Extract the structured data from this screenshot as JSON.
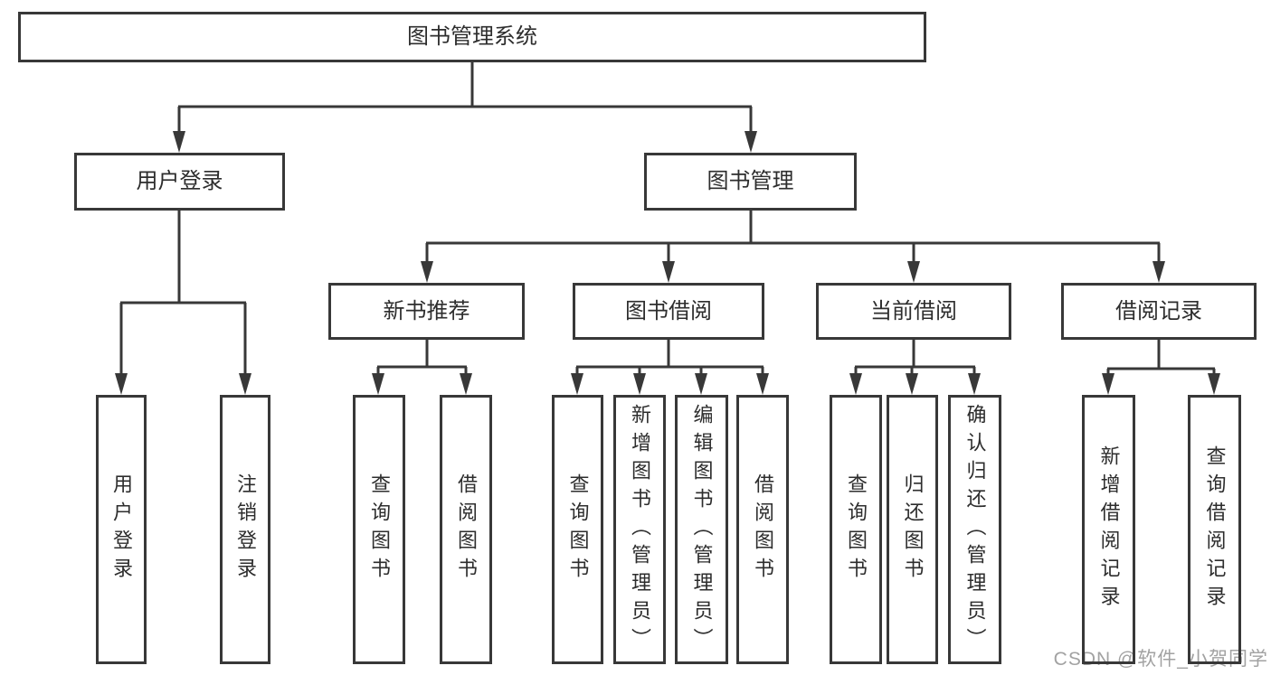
{
  "diagram_title": "图书管理系统",
  "watermark": "CSDN @软件_小贺同学",
  "colors": {
    "line": "#383838",
    "box_border": "#383838",
    "text": "#2d2d2d",
    "watermark": "#a2a2a2",
    "background": "#ffffff"
  },
  "tree": {
    "label": "图书管理系统",
    "children": [
      {
        "label": "用户登录",
        "children": [
          {
            "label": "用户登录"
          },
          {
            "label": "注销登录"
          }
        ]
      },
      {
        "label": "图书管理",
        "children": [
          {
            "label": "新书推荐",
            "children": [
              {
                "label": "查询图书"
              },
              {
                "label": "借阅图书"
              }
            ]
          },
          {
            "label": "图书借阅",
            "children": [
              {
                "label": "查询图书"
              },
              {
                "label": "新增图书（管理员）"
              },
              {
                "label": "编辑图书（管理员）"
              },
              {
                "label": "借阅图书"
              }
            ]
          },
          {
            "label": "当前借阅",
            "children": [
              {
                "label": "查询图书"
              },
              {
                "label": "归还图书"
              },
              {
                "label": "确认归还（管理员）"
              }
            ]
          },
          {
            "label": "借阅记录",
            "children": [
              {
                "label": "新增借阅记录"
              },
              {
                "label": "查询借阅记录"
              }
            ]
          }
        ]
      }
    ]
  }
}
